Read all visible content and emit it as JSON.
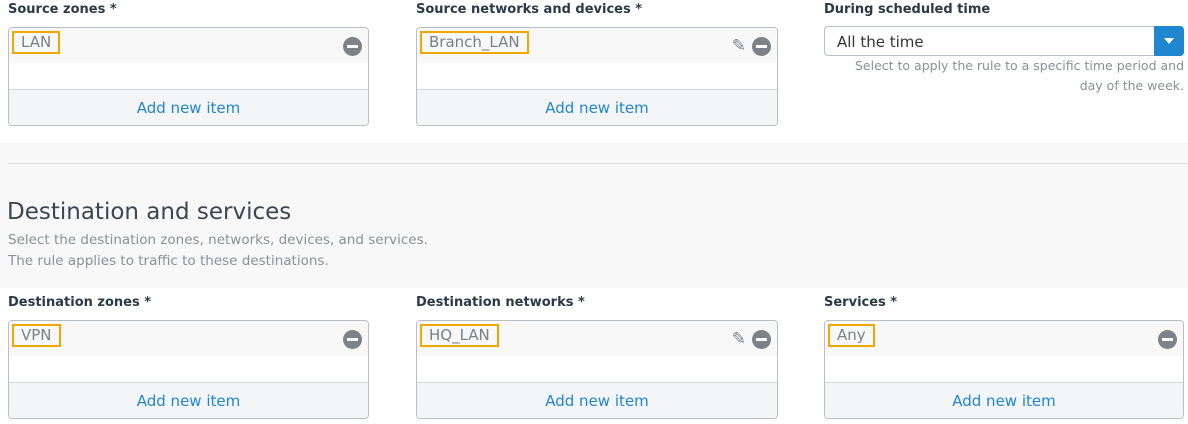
{
  "source": {
    "zones": {
      "label": "Source zones *",
      "items": [
        "LAN"
      ],
      "add": "Add new item"
    },
    "networks": {
      "label": "Source networks and devices *",
      "items": [
        "Branch_LAN"
      ],
      "add": "Add new item"
    },
    "schedule": {
      "label": "During scheduled time",
      "value": "All the time",
      "help": "Select to apply the rule to a specific time period and day of the week."
    }
  },
  "destination_section": {
    "title": "Destination and services",
    "desc1": "Select the destination zones, networks, devices, and services.",
    "desc2": "The rule applies to traffic to these destinations.",
    "zones": {
      "label": "Destination zones *",
      "items": [
        "VPN"
      ],
      "add": "Add new item"
    },
    "networks": {
      "label": "Destination networks *",
      "items": [
        "HQ_LAN"
      ],
      "add": "Add new item"
    },
    "services": {
      "label": "Services *",
      "items": [
        "Any"
      ],
      "add": "Add new item"
    }
  },
  "colors": {
    "accent": "#1f86cf",
    "highlight": "#f0a800"
  }
}
